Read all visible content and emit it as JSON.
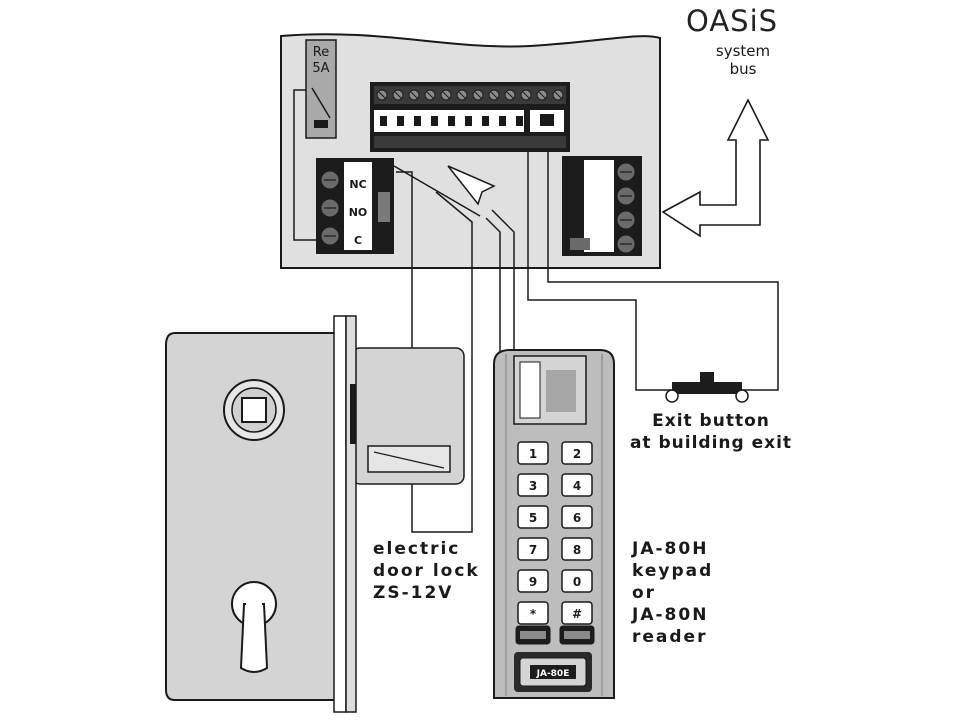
{
  "title": "OASiS",
  "bus_label": "system\nbus",
  "relay_label": "Re\n5A",
  "relay_terminals": [
    "NC",
    "NO",
    "C"
  ],
  "exit_button_label": "Exit button\nat building exit",
  "lock_label": "electric\ndoor lock\nZS-12V",
  "keypad_label": "JA-80H\nkeypad\nor\nJA-80N\nreader",
  "keypad_keys": [
    [
      "1",
      "2"
    ],
    [
      "3",
      "4"
    ],
    [
      "5",
      "6"
    ],
    [
      "7",
      "8"
    ],
    [
      "9",
      "0"
    ],
    [
      "*",
      "#"
    ]
  ],
  "keypad_function_keys": [
    "",
    ""
  ],
  "keypad_logo": "JA-80E",
  "colors": {
    "board": "#e0e0e0",
    "outline": "#1a1a1a",
    "lock_plate": "#d4d4d4",
    "keypad_body": "#bdbdbd",
    "terminal_block": "#1c1c1c",
    "background": "#ffffff"
  }
}
